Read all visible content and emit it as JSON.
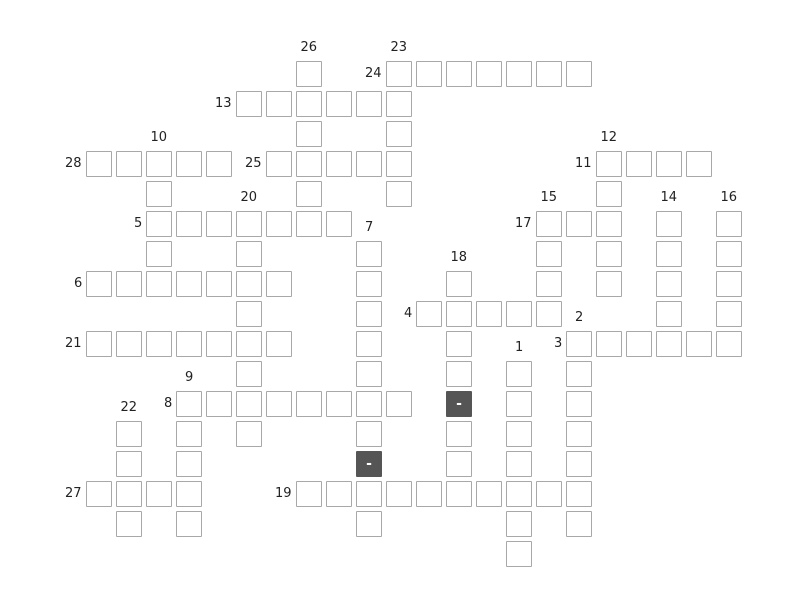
{
  "puzzle": {
    "clue_numbers": [
      "1",
      "2",
      "3",
      "4",
      "5",
      "6",
      "7",
      "8",
      "9",
      "10",
      "11",
      "12",
      "13",
      "14",
      "15",
      "16",
      "17",
      "18",
      "19",
      "20",
      "21",
      "22",
      "23",
      "24",
      "25",
      "26",
      "27",
      "28"
    ],
    "filled_cells": [
      {
        "row": 11,
        "col": 12,
        "text": "-"
      },
      {
        "row": 13,
        "col": 9,
        "text": "-"
      }
    ]
  }
}
